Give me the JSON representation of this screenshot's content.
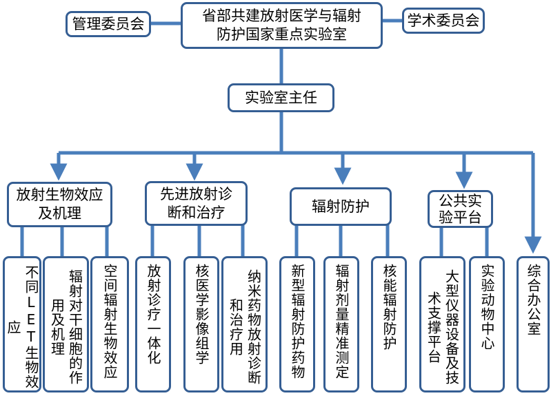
{
  "diagram": {
    "top": "省部共建放射医学与辐射防护国家重点实验室",
    "top_lines": [
      "省部共建放射医学与辐射",
      "防护国家重点实验室"
    ],
    "management_committee": "管理委员会",
    "academic_committee": "学术委员会",
    "director": "实验室主任",
    "branches": [
      {
        "title": "放射生物效应及机理",
        "title_lines": [
          "放射生物效应",
          "及机理"
        ],
        "children": [
          "不同LET生物效应",
          "辐射对干细胞的作用及机理",
          "空间辐射生物效应"
        ]
      },
      {
        "title": "先进放射诊断和治疗",
        "title_lines": [
          "先进放射诊",
          "断和治疗"
        ],
        "children": [
          "放射诊疗一体化",
          "核医学影像组学",
          "纳米药物放射诊断和治疗用"
        ]
      },
      {
        "title": "辐射防护",
        "title_lines": [
          "辐射防护"
        ],
        "children": [
          "新型辐射防护药物",
          "辐射剂量精准测定",
          "核能辐射防护"
        ]
      },
      {
        "title": "公共实验平台",
        "title_lines": [
          "公共实",
          "验平台"
        ],
        "children": [
          "大型仪器设备及技术支撑平台",
          "实验动物中心"
        ]
      }
    ],
    "office": "综合办公室",
    "colors": {
      "line": "#4a7ebb",
      "border": "#355e93",
      "text": "#000000"
    }
  }
}
